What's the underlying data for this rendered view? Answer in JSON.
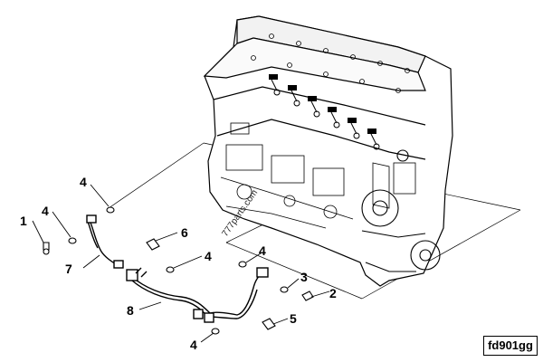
{
  "watermark": "777parts.com",
  "figure_code": "fd901gg",
  "callouts": {
    "c1": "1",
    "c2": "2",
    "c3": "3",
    "c4a": "4",
    "c4b": "4",
    "c4c": "4",
    "c4d": "4",
    "c4e": "4",
    "c5": "5",
    "c6": "6",
    "c7": "7",
    "c8": "8"
  },
  "colors": {
    "line": "#000000",
    "background": "#ffffff"
  }
}
